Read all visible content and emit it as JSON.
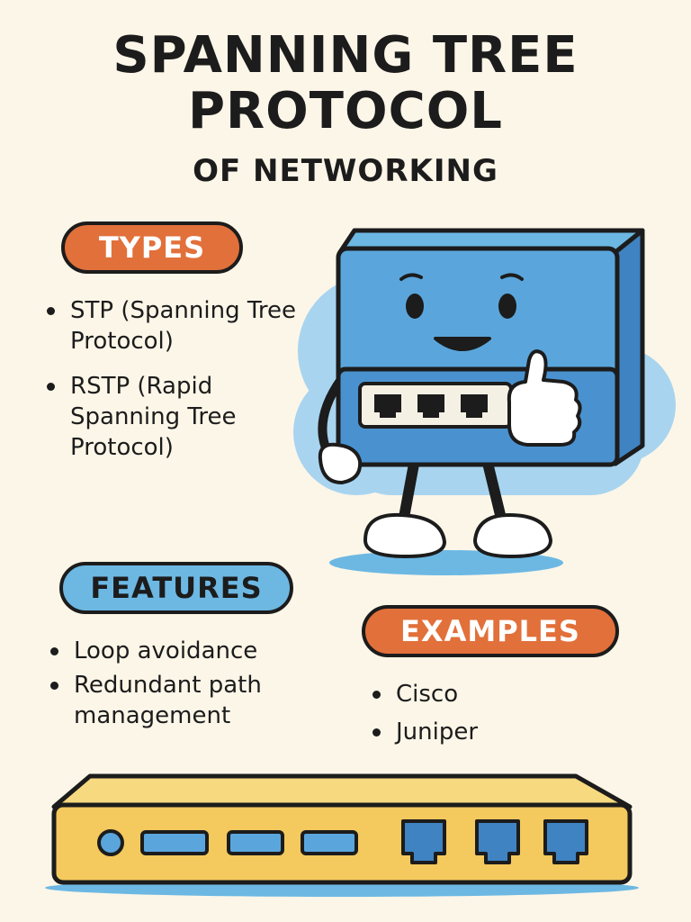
{
  "title": {
    "line1": "SPANNING TREE",
    "line2": "PROTOCOL",
    "line3": "OF NETWORKING"
  },
  "types": {
    "heading": "TYPES",
    "items": [
      "STP (Spanning Tree Protocol)",
      "RSTP (Rapid Spanning Tree Protocol)"
    ]
  },
  "features": {
    "heading": "FEATURES",
    "items": [
      "Loop avoidance",
      "Redundant path management"
    ]
  },
  "examples": {
    "heading": "EXAMPLES",
    "items": [
      "Cisco",
      "Juniper"
    ]
  },
  "colors": {
    "background": "#fcf6e8",
    "orange": "#e2703a",
    "blue": "#6cb8e3",
    "switch_blue": "#5aa6dc",
    "yellow": "#f4c95d",
    "outline": "#1c1c1c"
  },
  "icons": {
    "mascot": "smiling-network-switch-mascot-icon",
    "device": "network-switch-icon"
  }
}
